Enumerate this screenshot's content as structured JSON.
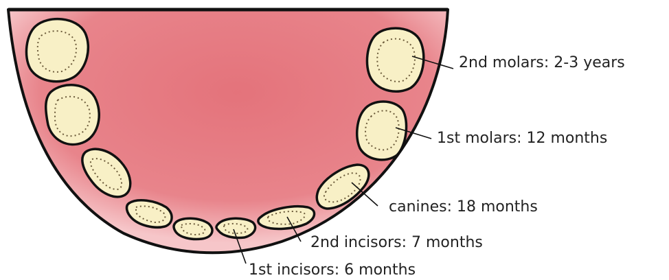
{
  "colors": {
    "gum": "#e4737b",
    "gum_light": "#f4bcc0",
    "tooth": "#f8f0c6",
    "outline": "#111111",
    "background": "#ffffff"
  },
  "labels": {
    "second_molars": "2nd molars: 2-3 years",
    "first_molars": "1st molars: 12 months",
    "canines": "canines: 18 months",
    "second_incisors": "2nd incisors: 7 months",
    "first_incisors": "1st incisors: 6 months"
  }
}
